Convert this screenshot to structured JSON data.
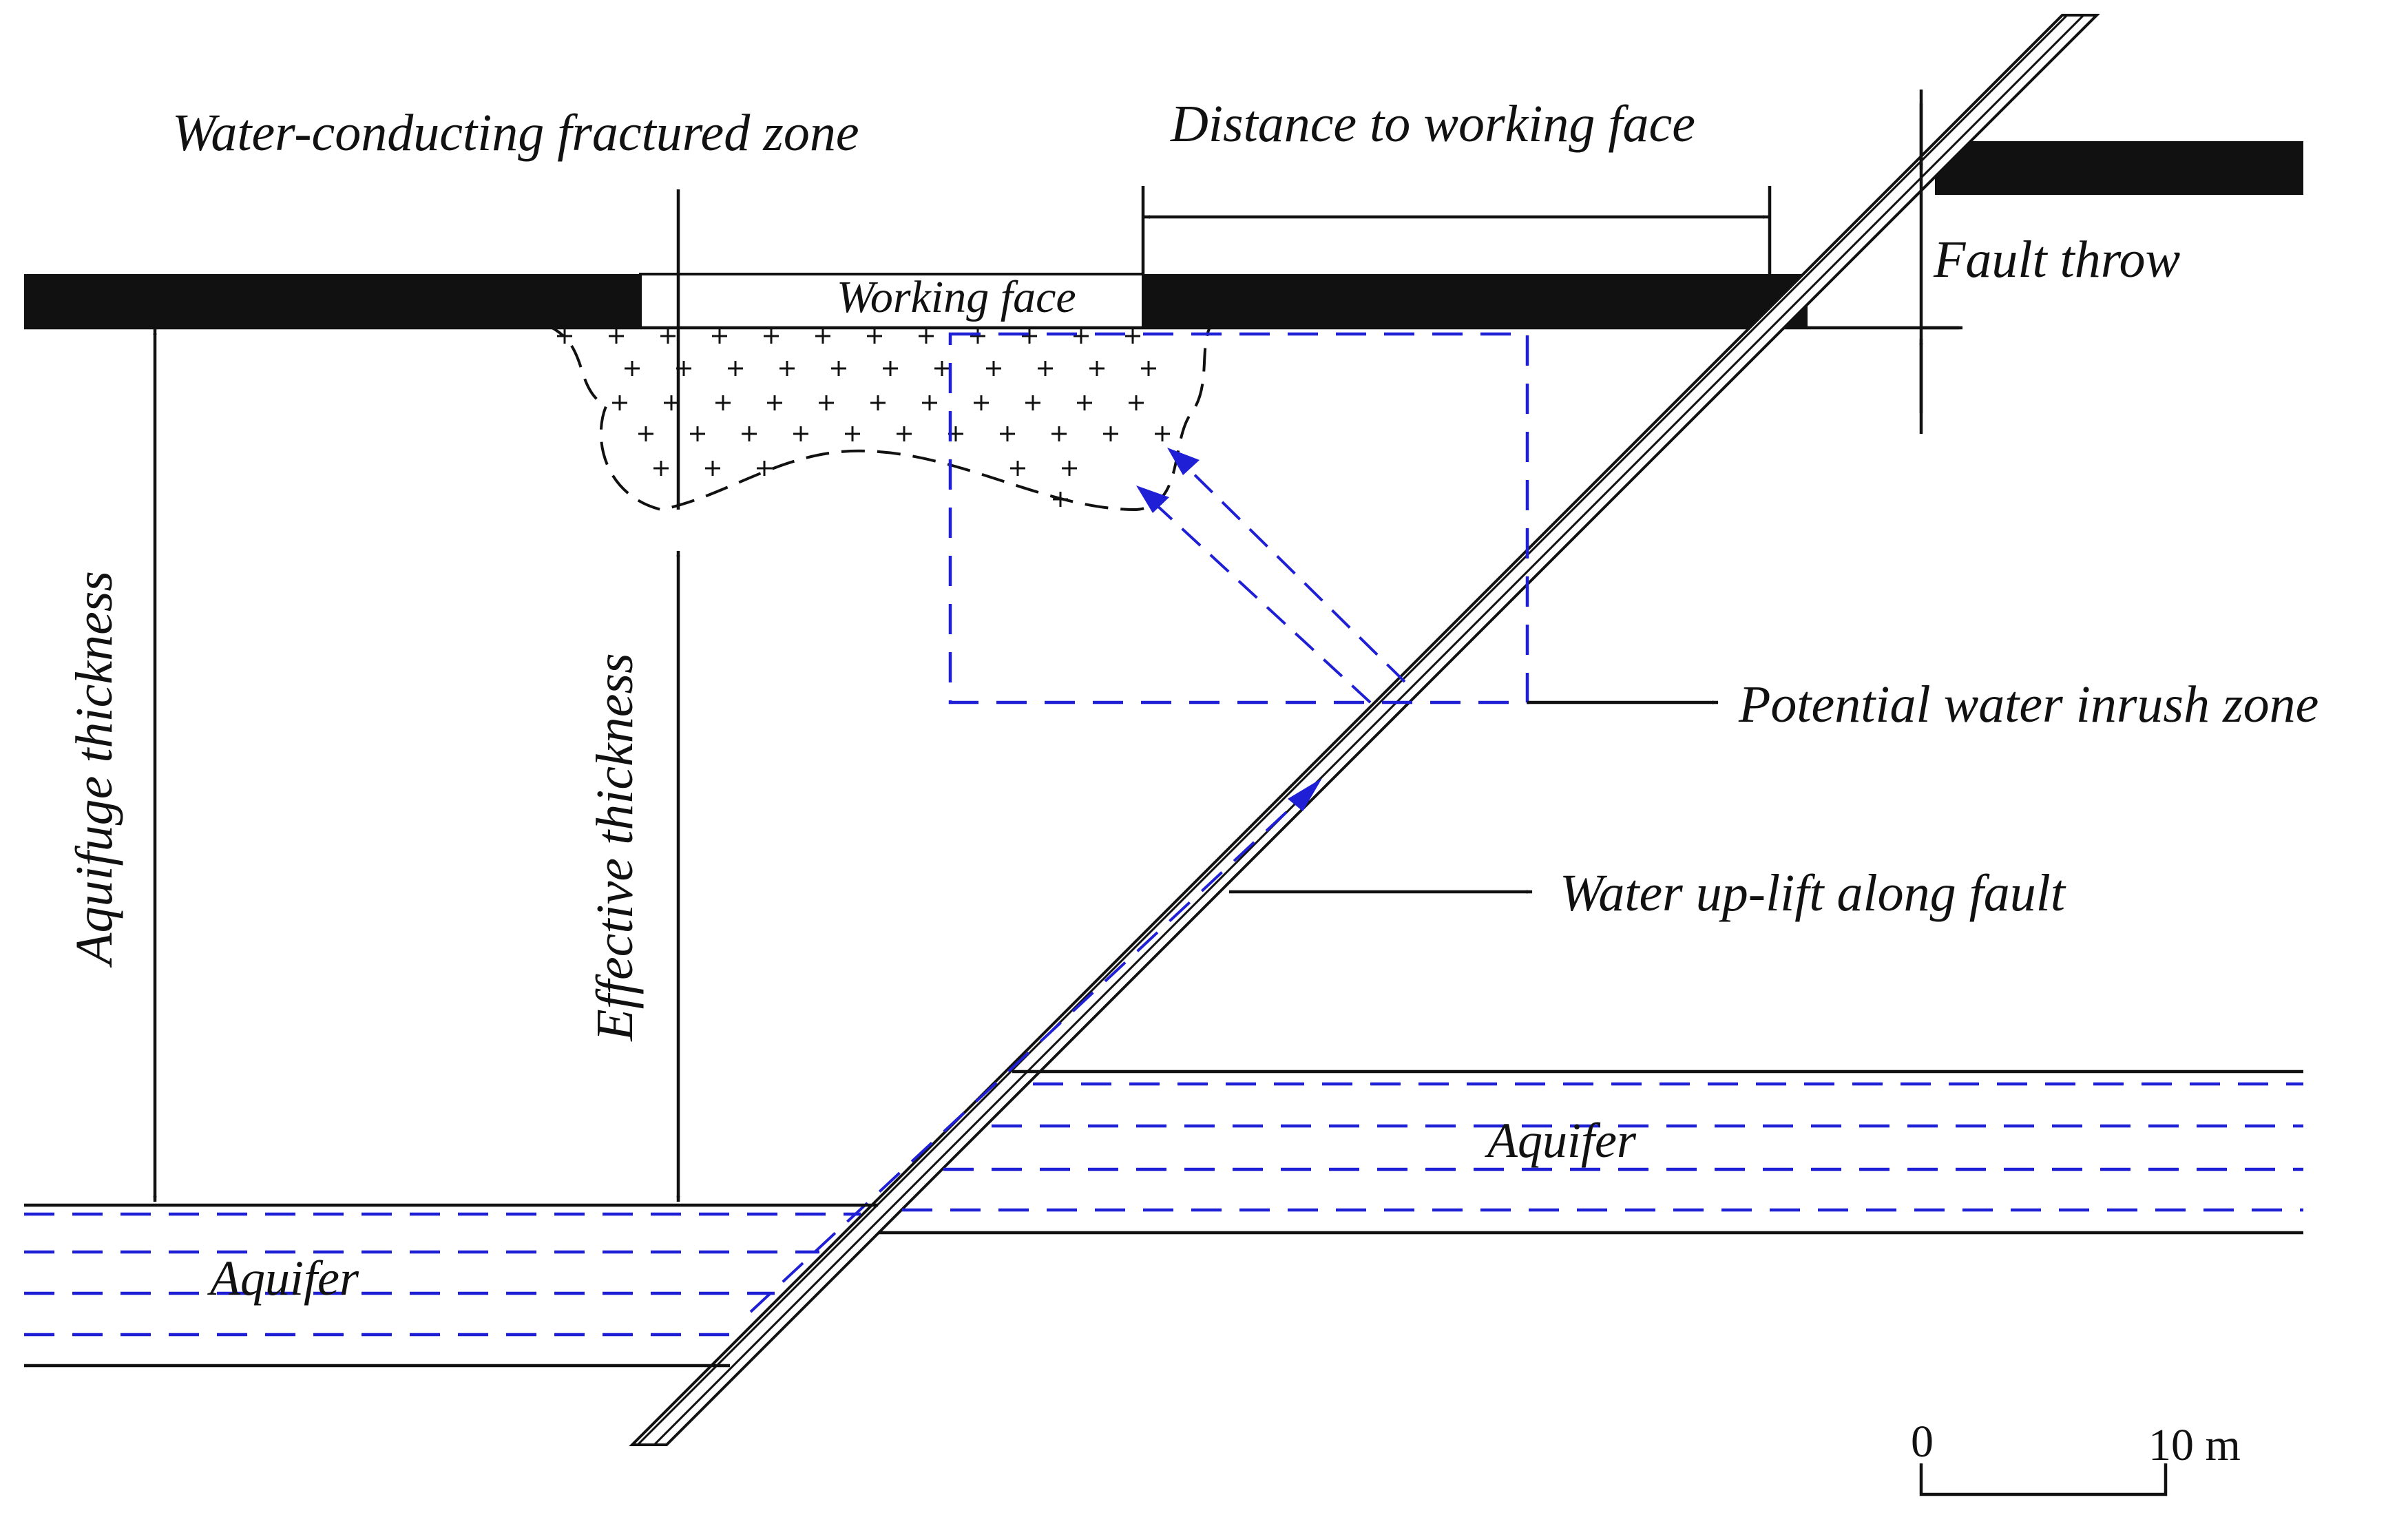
{
  "labels": {
    "fractured_zone": "Water-conducting fractured zone",
    "distance": "Distance to working face",
    "working_face": "Working face",
    "fault_throw": "Fault throw",
    "aquifuge_thickness": "Aquifuge thickness",
    "effective_thickness": "Effective  thickness",
    "potential_zone": "Potential water inrush zone",
    "water_uplift": "Water up-lift along fault",
    "aquifer_right": "Aquifer",
    "aquifer_left": "Aquifer"
  },
  "scale_bar": {
    "start": "0",
    "end": "10 m"
  },
  "colors": {
    "ink": "#111111",
    "water": "#1f1fd6",
    "background": "#ffffff"
  }
}
